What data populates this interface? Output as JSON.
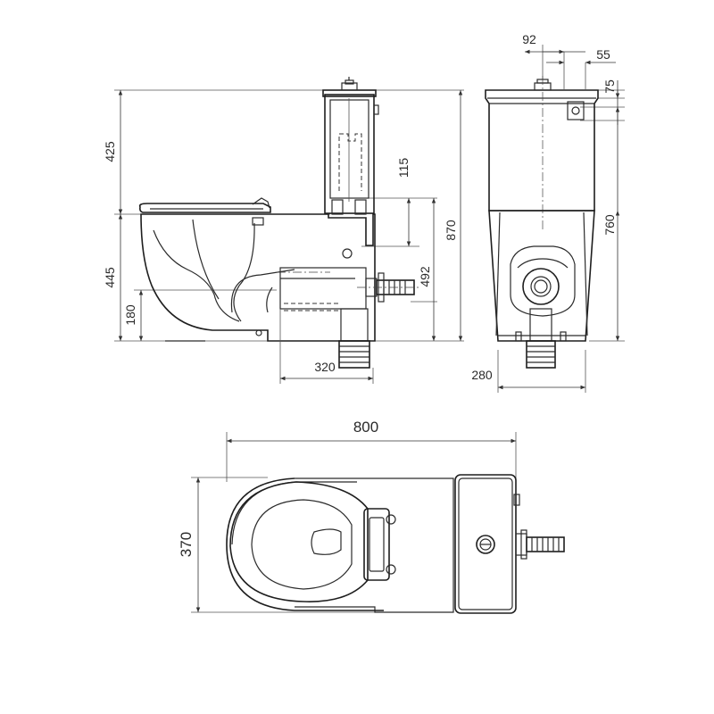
{
  "drawing": {
    "dimensions": {
      "side_tank_height": "425",
      "side_total_height": "870",
      "side_bowl_height": "445",
      "side_outlet_height": "180",
      "side_inlet_height": "492",
      "side_inlet_drop": "115",
      "side_outlet_offset": "320",
      "front_tank_offset_92": "92",
      "front_tank_offset_55": "55",
      "front_tank_offset_75": "75",
      "front_height": "760",
      "front_base_width": "280",
      "top_length": "800",
      "top_width": "370"
    }
  }
}
